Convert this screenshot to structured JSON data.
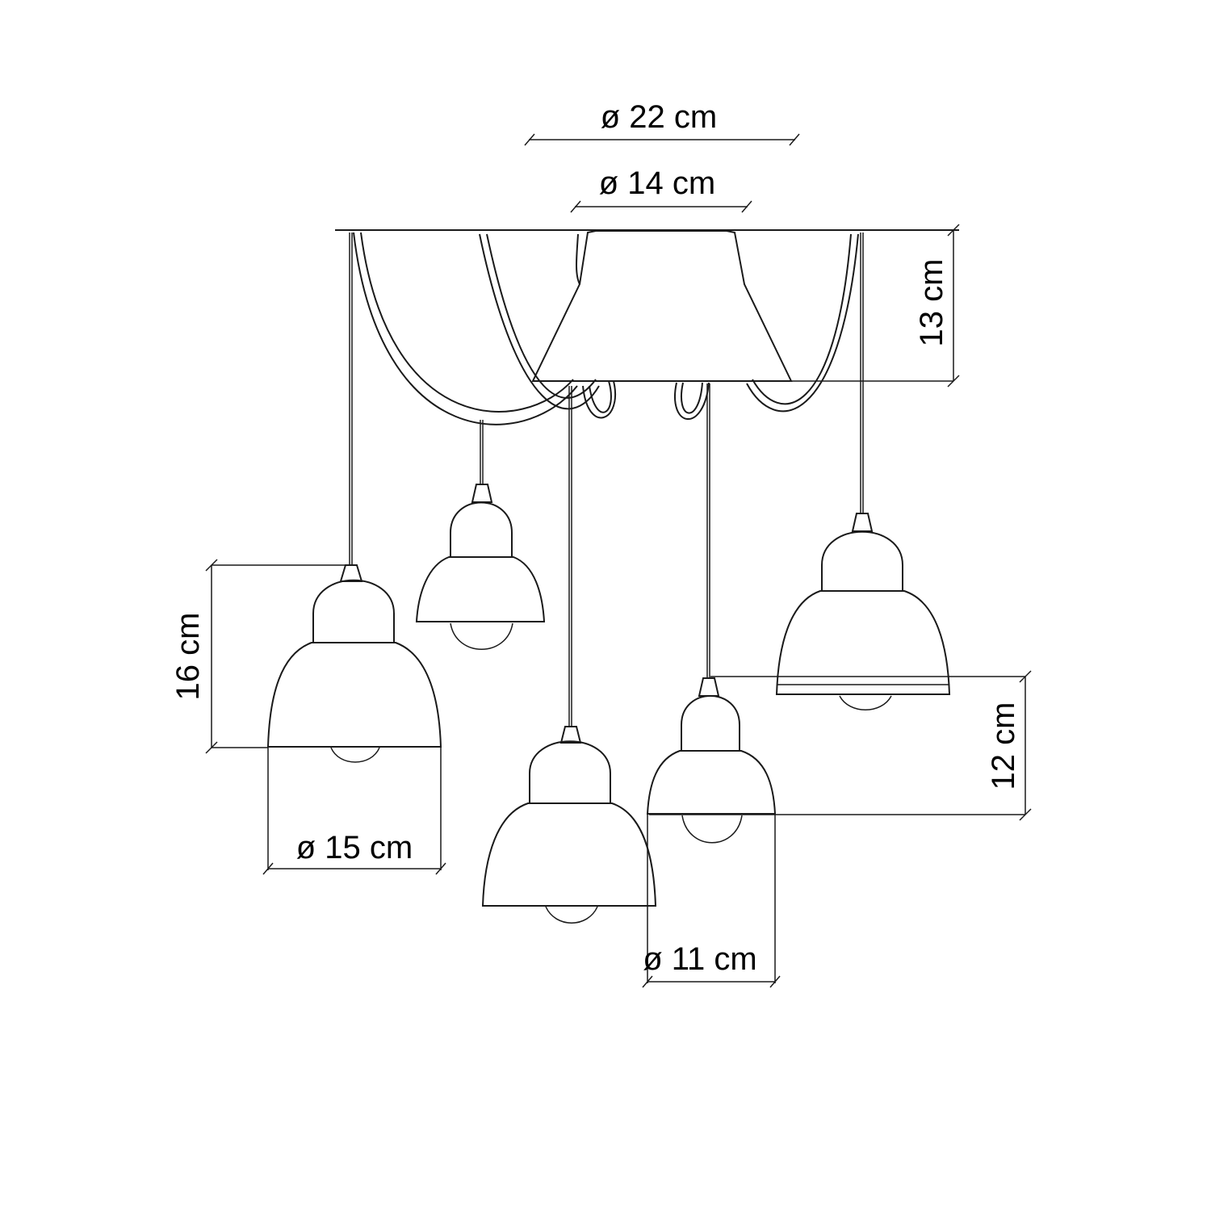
{
  "diagram": {
    "dimensions": {
      "canopy_outer_diameter": "ø 22 cm",
      "canopy_inner_diameter": "ø 14 cm",
      "canopy_height": "13 cm",
      "large_shade_height": "16 cm",
      "large_shade_diameter": "ø 15 cm",
      "small_shade_height": "12 cm",
      "small_shade_diameter": "ø 11 cm"
    },
    "colors": {
      "line": "#1a1a1a",
      "background": "#ffffff"
    }
  }
}
